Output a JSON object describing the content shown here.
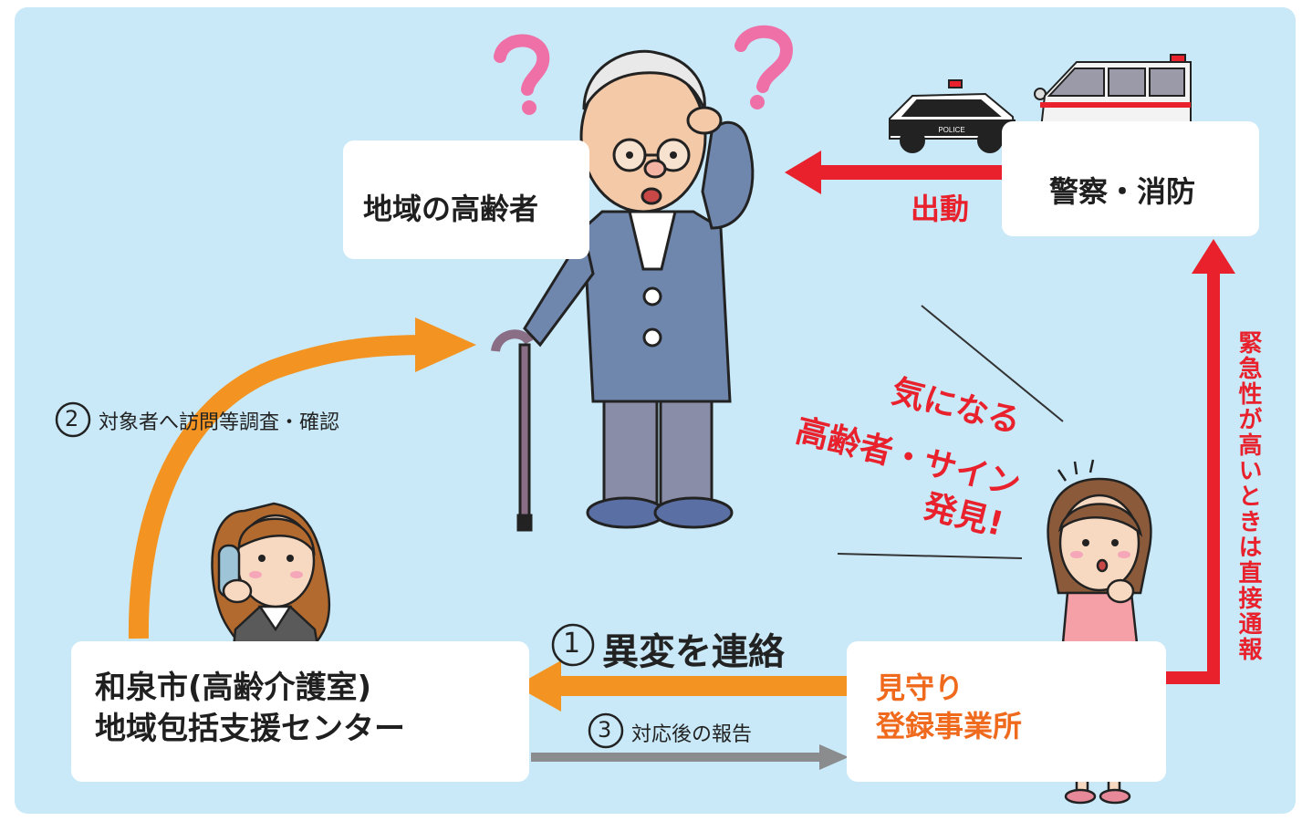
{
  "nodes": {
    "elderly": "地域の高齢者",
    "police_fire": "警察・消防",
    "city_center": "和泉市(高齢介護室)\n地域包括支援センター",
    "watch_office": "見守り\n登録事業所"
  },
  "edges": {
    "dispatch": "出動",
    "step1_num": "1",
    "step1": "異変を連絡",
    "step2_num": "2",
    "step2": "対象者へ訪問等調査・確認",
    "step3_num": "3",
    "step3": "対応後の報告",
    "urgent": "緊急性が高いときは直接通報"
  },
  "callout": {
    "line1": "気になる",
    "line2": "高齢者・サイン",
    "line3": "発見!"
  },
  "vehicle": {
    "police_text": "POLICE"
  },
  "colors": {
    "background": "#c9e9f8",
    "red": "#e8212c",
    "orange": "#f39422",
    "gray": "#8a8c8e",
    "coat": "#6f86ad",
    "pink_question": "#ef6fa7"
  }
}
